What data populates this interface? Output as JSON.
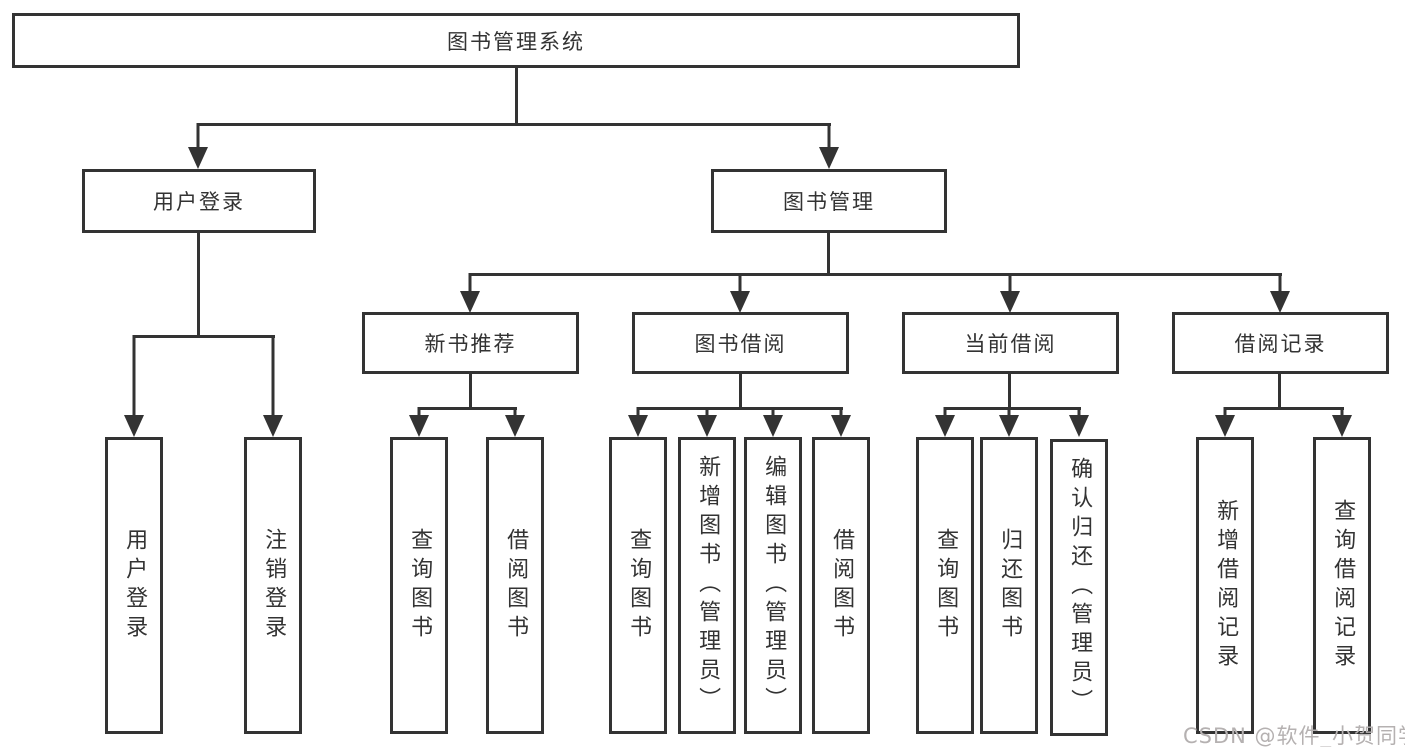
{
  "diagram": {
    "root": {
      "label": "图书管理系统"
    },
    "level2": {
      "user_login": {
        "label": "用户登录"
      },
      "book_mgmt": {
        "label": "图书管理"
      }
    },
    "level3": {
      "new_book_rec": {
        "label": "新书推荐"
      },
      "book_borrow": {
        "label": "图书借阅"
      },
      "current_borrow": {
        "label": "当前借阅"
      },
      "borrow_record": {
        "label": "借阅记录"
      }
    },
    "leaves": {
      "user_login_leaf": {
        "label": "用户登录"
      },
      "logout_leaf": {
        "label": "注销登录"
      },
      "rec_query_book": {
        "label": "查询图书"
      },
      "rec_borrow_book": {
        "label": "借阅图书"
      },
      "bb_query_book": {
        "label": "查询图书"
      },
      "bb_add_book": {
        "label": "新增图书（管理员）"
      },
      "bb_edit_book": {
        "label": "编辑图书（管理员）"
      },
      "bb_borrow_book": {
        "label": "借阅图书"
      },
      "cb_query_book": {
        "label": "查询图书"
      },
      "cb_return_book": {
        "label": "归还图书"
      },
      "cb_confirm_return": {
        "label": "确认归还（管理员）"
      },
      "br_add_record": {
        "label": "新增借阅记录"
      },
      "br_query_record": {
        "label": "查询借阅记录"
      }
    }
  },
  "watermark": {
    "text": "CSDN @软件_小贺同学"
  },
  "colors": {
    "line": "#333333",
    "text": "#333333",
    "background": "#ffffff",
    "watermark": "#b5b1b1"
  }
}
